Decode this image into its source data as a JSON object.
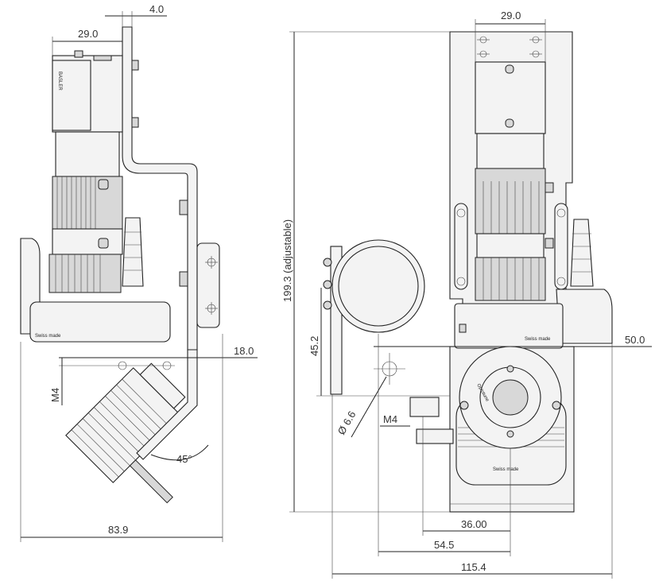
{
  "dimensions": {
    "left_top_offset": "4.0",
    "left_camera_width": "29.0",
    "left_lens_offset": "18.0",
    "left_thread": "M4",
    "left_angle": "45°",
    "left_total_width": "83.9",
    "right_camera_width": "29.0",
    "right_height": "199.3 (adjustable)",
    "right_mount_height": "45.2",
    "right_hole_diameter": "Ø 6.6",
    "right_thread": "M4",
    "right_offset_50": "50.0",
    "right_offset_36": "36.00",
    "right_offset_54": "54.5",
    "right_total_width": "115.4"
  },
  "labels": {
    "swiss_made_left": "Swiss made",
    "swiss_made_right": "Swiss made",
    "swiss_made_lens": "Swiss made",
    "optotune": "Optotune",
    "camera_brand": "BASLER"
  }
}
